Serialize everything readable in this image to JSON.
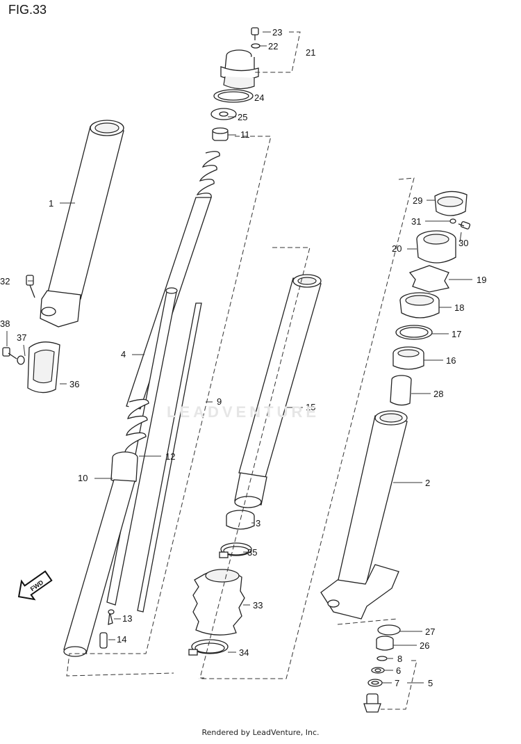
{
  "figure": {
    "title": "FIG.33"
  },
  "footer": "Rendered by LeadVenture, Inc.",
  "watermark": "LEADVENTURE",
  "arrow": {
    "label": "FWD"
  },
  "callouts": {
    "c1": "1",
    "c2": "2",
    "c3": "3",
    "c4": "4",
    "c5": "5",
    "c6": "6",
    "c7": "7",
    "c8": "8",
    "c9": "9",
    "c10": "10",
    "c11": "11",
    "c12": "12",
    "c13": "13",
    "c14": "14",
    "c15": "15",
    "c16": "16",
    "c17": "17",
    "c18": "18",
    "c19": "19",
    "c20": "20",
    "c21": "21",
    "c22": "22",
    "c23": "23",
    "c24": "24",
    "c25": "25",
    "c26": "26",
    "c27": "27",
    "c28": "28",
    "c29": "29",
    "c30": "30",
    "c31": "31",
    "c32": "32",
    "c33": "33",
    "c34": "34",
    "c35": "35",
    "c36": "36",
    "c37": "37",
    "c38": "38"
  }
}
